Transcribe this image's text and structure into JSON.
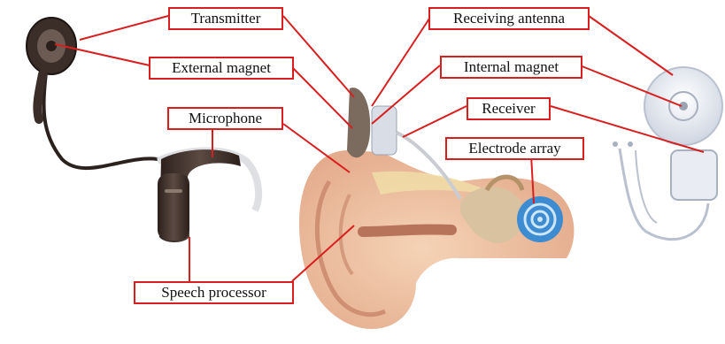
{
  "labels": {
    "transmitter": "Transmitter",
    "external_magnet": "External magnet",
    "microphone": "Microphone",
    "speech_processor": "Speech processor",
    "receiving_antenna": "Receiving antenna",
    "internal_magnet": "Internal magnet",
    "receiver": "Receiver",
    "electrode_array": "Electrode array"
  },
  "colors": {
    "leader_line": "#d81e1e",
    "label_border": "#d81e1e",
    "skin": "#f2c9a6",
    "device": "#4a3a33",
    "cochlea": "#2f86c9"
  }
}
